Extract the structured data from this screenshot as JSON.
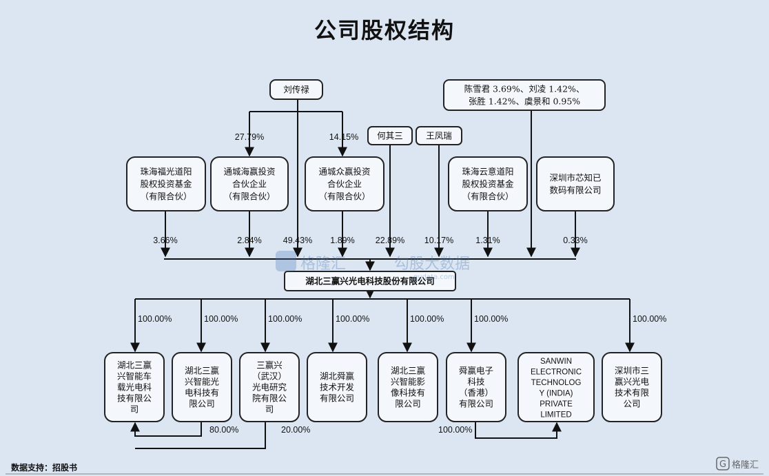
{
  "title": "公司股权结构",
  "footer": {
    "source_label": "数据支持：招股书",
    "logo_text": "格隆汇",
    "logo_mark": "G"
  },
  "watermark": {
    "brand": "格隆汇",
    "brand2": "勾股大数据",
    "url": "gudata.com"
  },
  "company": "湖北三赢兴光电科技股份有限公司",
  "top_persons": [
    {
      "id": "liu",
      "lines": [
        "刘传禄"
      ]
    },
    {
      "id": "heqisan",
      "lines": [
        "何其三"
      ]
    },
    {
      "id": "wangfengrui",
      "lines": [
        "王凤瑞"
      ]
    },
    {
      "id": "chen",
      "lines": [
        "陈雪君 3.69%、刘凌 1.42%、",
        "张胜 1.42%、虞景和 0.95%"
      ]
    }
  ],
  "liu_links": [
    {
      "target": "tonghai",
      "pct": "27.79%"
    },
    {
      "target": "tongzhong",
      "pct": "14.15%"
    }
  ],
  "shareholders": [
    {
      "id": "zhuhaifu",
      "lines": [
        "珠海福光道阳",
        "股权投资基金",
        "（有限合伙）"
      ],
      "pct": "3.66%"
    },
    {
      "id": "tonghai",
      "lines": [
        "通城海赢投资",
        "合伙企业",
        "（有限合伙）"
      ],
      "pct": "2.84%"
    },
    {
      "id": "liu_direct",
      "pct": "49.43%"
    },
    {
      "id": "tongzhong",
      "lines": [
        "通城众赢投资",
        "合伙企业",
        "（有限合伙）"
      ],
      "pct": "1.89%"
    },
    {
      "id": "heqisan_direct",
      "pct": "22.89%"
    },
    {
      "id": "wang_direct",
      "pct": "10.17%"
    },
    {
      "id": "zhuhaiyun",
      "lines": [
        "珠海云意道阳",
        "股权投资基金",
        "（有限合伙）"
      ],
      "pct": "1.31%"
    },
    {
      "id": "shenzhenxin",
      "lines": [
        "深圳市芯知已",
        "数码有限公司"
      ],
      "pct": "0.33%"
    }
  ],
  "subsidiaries": [
    {
      "id": "sub1",
      "lines": [
        "湖北三赢",
        "兴智能车",
        "载光电科",
        "技有限公",
        "司"
      ],
      "pct": "100.00%"
    },
    {
      "id": "sub2",
      "lines": [
        "湖北三赢",
        "兴智能光",
        "电科技有",
        "限公司"
      ],
      "pct": "100.00%"
    },
    {
      "id": "sub3",
      "lines": [
        "三赢兴",
        "（武汉）",
        "光电研究",
        "院有限公",
        "司"
      ],
      "pct": "100.00%"
    },
    {
      "id": "sub4",
      "lines": [
        "湖北舜赢",
        "技术开发",
        "有限公司"
      ],
      "pct": "100.00%"
    },
    {
      "id": "sub5",
      "lines": [
        "湖北三赢",
        "兴智能影",
        "像科技有",
        "限公司"
      ],
      "pct": "100.00%"
    },
    {
      "id": "sub6",
      "lines": [
        "舜赢电子",
        "科技",
        "（香港）",
        "有限公司"
      ],
      "pct": "100.00%"
    },
    {
      "id": "sub7",
      "lines": [
        "SANWIN",
        "ELECTRONIC",
        "TECHNOLOG",
        "Y (INDIA)",
        "PRIVATE",
        "LIMITED"
      ]
    },
    {
      "id": "sub8",
      "lines": [
        "深圳市三",
        "赢兴光电",
        "技术有限",
        "公司"
      ],
      "pct": "100.00%"
    }
  ],
  "sub_links": [
    {
      "from": "sub2",
      "to": "sub1",
      "pct": "80.00%"
    },
    {
      "from": "sub3",
      "to": "sub1",
      "pct": "20.00%"
    },
    {
      "from": "sub6",
      "to": "sub7",
      "pct": "100.00%"
    }
  ]
}
